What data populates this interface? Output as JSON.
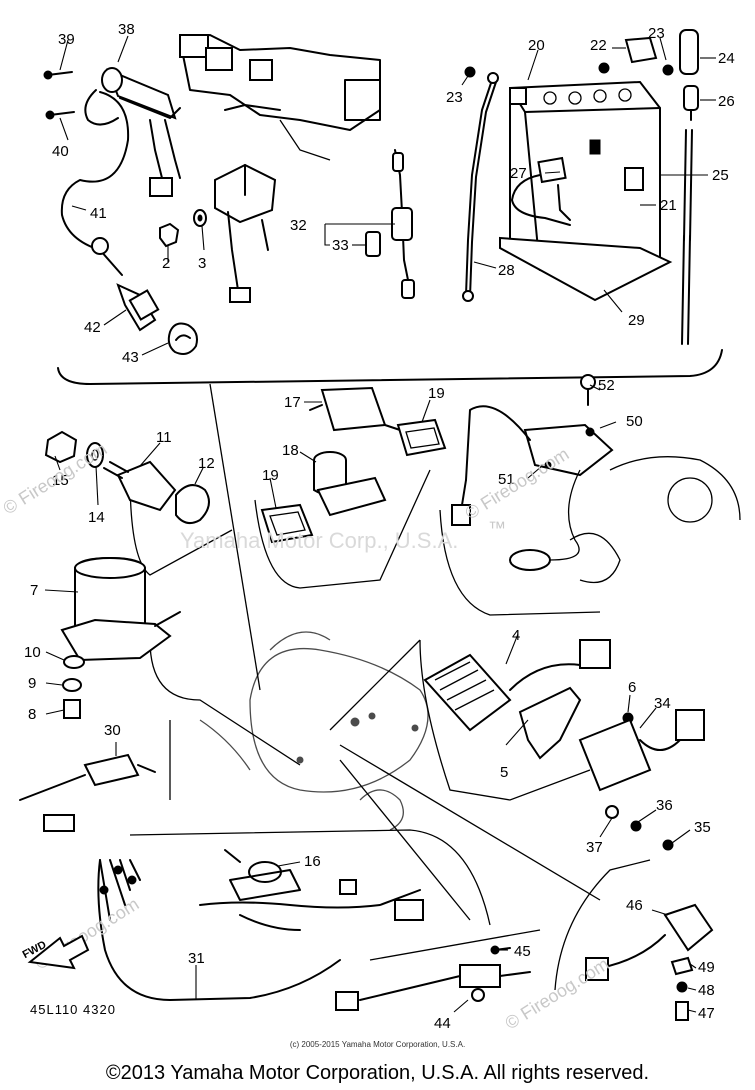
{
  "diagram": {
    "part_numbers": [
      "2",
      "3",
      "4",
      "5",
      "6",
      "7",
      "8",
      "9",
      "10",
      "11",
      "12",
      "14",
      "15",
      "16",
      "17",
      "18",
      "19",
      "19",
      "20",
      "21",
      "22",
      "23",
      "23",
      "24",
      "25",
      "26",
      "27",
      "28",
      "29",
      "30",
      "31",
      "32",
      "33",
      "34",
      "35",
      "36",
      "37",
      "38",
      "39",
      "40",
      "41",
      "42",
      "43",
      "44",
      "45",
      "46",
      "47",
      "48",
      "49",
      "50",
      "51",
      "52"
    ],
    "drawing_code": "45L110 4320",
    "fwd_arrow_label": "FWD",
    "watermark_site": "© Fireoog.com",
    "watermark_corp": "Yamaha Motor Corp., U.S.A.",
    "watermark_tm": "™"
  },
  "footer": {
    "small_copyright": "(c) 2005-2015 Yamaha Motor Corporation, U.S.A.",
    "rights_notice": "©2013 Yamaha Motor Corporation, U.S.A. All rights reserved."
  }
}
